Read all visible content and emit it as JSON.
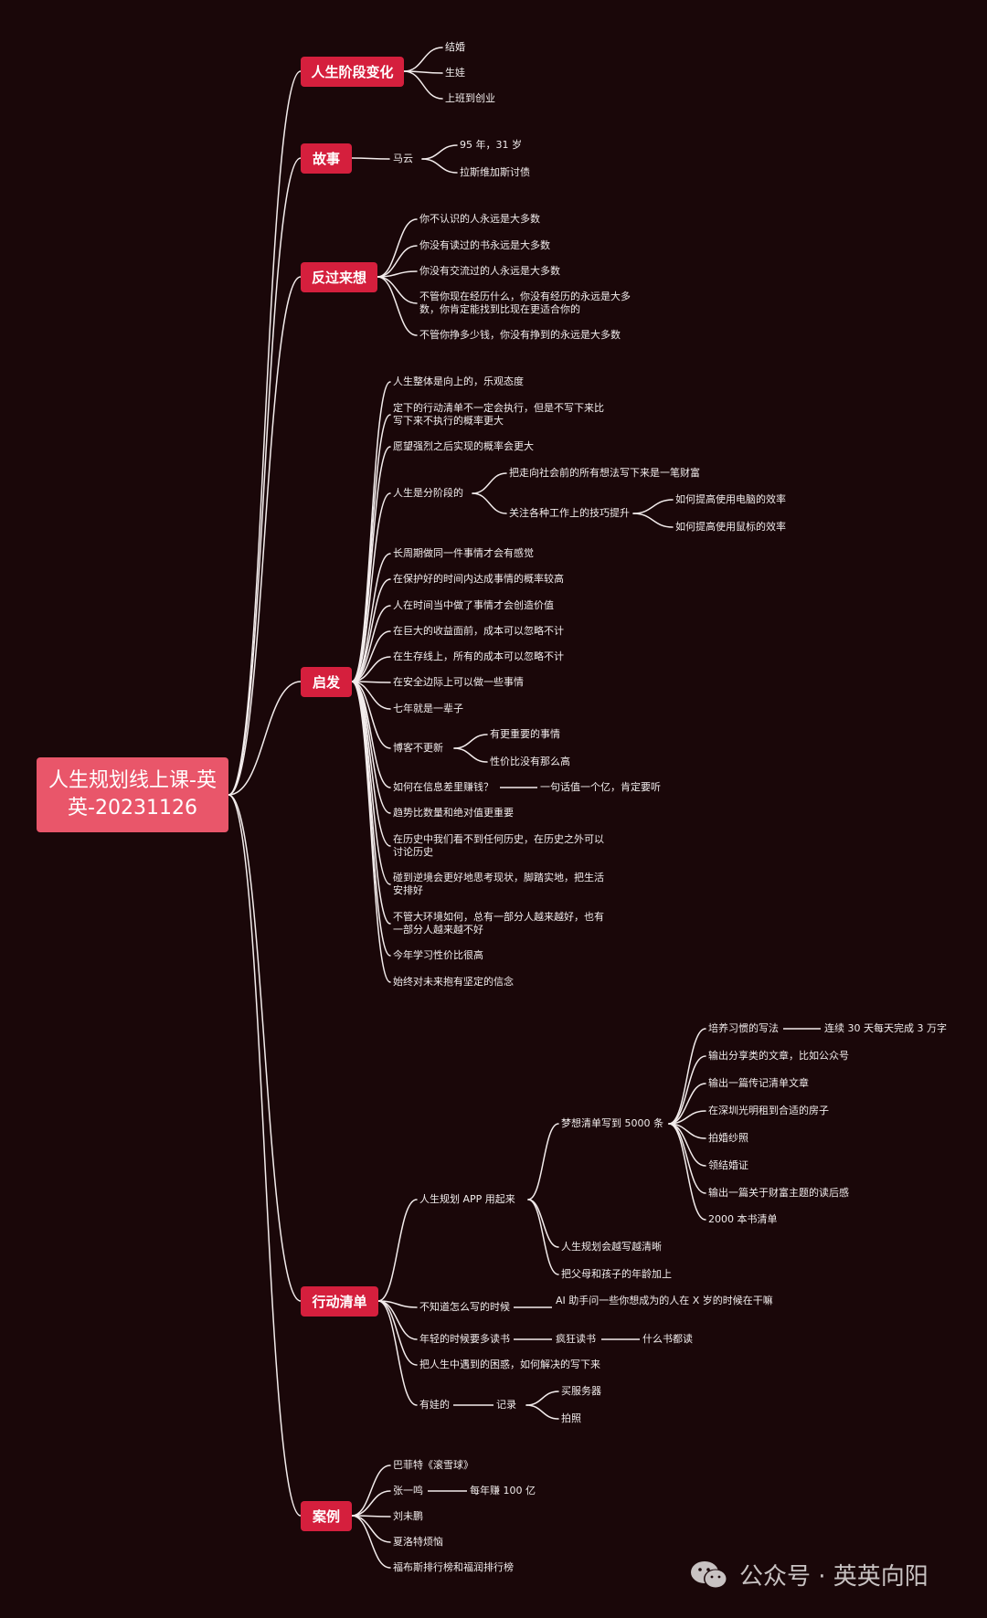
{
  "root": {
    "title": "人生规划线上课-英英-20231126"
  },
  "watermark": {
    "label": "公众号 · 英英向阳"
  },
  "nodes": {
    "b1": "人生阶段变化",
    "b1_1": "结婚",
    "b1_2": "生娃",
    "b1_3": "上班到创业",
    "b2": "故事",
    "b2_1": "马云",
    "b2_1_1": "95 年，31 岁",
    "b2_1_2": "拉斯维加斯讨债",
    "b3": "反过来想",
    "b3_1": "你不认识的人永远是大多数",
    "b3_2": "你没有读过的书永远是大多数",
    "b3_3": "你没有交流过的人永远是大多数",
    "b3_4": "不管你现在经历什么，你没有经历的永远是大多数，你肯定能找到比现在更适合你的",
    "b3_5": "不管你挣多少钱，你没有挣到的永远是大多数",
    "b4": "启发",
    "b4_1": "人生整体是向上的，乐观态度",
    "b4_2": "定下的行动清单不一定会执行，但是不写下来比写下来不执行的概率更大",
    "b4_3": "愿望强烈之后实现的概率会更大",
    "b4_4": "人生是分阶段的",
    "b4_4_1": "把走向社会前的所有想法写下来是一笔财富",
    "b4_4_2": "关注各种工作上的技巧提升",
    "b4_4_2_1": "如何提高使用电脑的效率",
    "b4_4_2_2": "如何提高使用鼠标的效率",
    "b4_5": "长周期做同一件事情才会有感觉",
    "b4_6": "在保护好的时间内达成事情的概率较高",
    "b4_7": "人在时间当中做了事情才会创造价值",
    "b4_8": "在巨大的收益面前，成本可以忽略不计",
    "b4_9": "在生存线上，所有的成本可以忽略不计",
    "b4_10": "在安全边际上可以做一些事情",
    "b4_11": "七年就是一辈子",
    "b4_12": "博客不更新",
    "b4_12_1": "有更重要的事情",
    "b4_12_2": "性价比没有那么高",
    "b4_13": "如何在信息差里赚钱？",
    "b4_13_1": "一句话值一个亿，肯定要听",
    "b4_14": "趋势比数量和绝对值更重要",
    "b4_15": "在历史中我们看不到任何历史，在历史之外可以讨论历史",
    "b4_16": "碰到逆境会更好地思考现状，脚踏实地，把生活安排好",
    "b4_17": "不管大环境如何，总有一部分人越来越好，也有一部分人越来越不好",
    "b4_18": "今年学习性价比很高",
    "b4_19": "始终对未来抱有坚定的信念",
    "b5": "行动清单",
    "b5_1": "人生规划 APP 用起来",
    "b5_1_1": "梦想清单写到 5000 条",
    "b5_1_1_1": "培养习惯的写法",
    "b5_1_1_1_1": "连续 30 天每天完成 3 万字",
    "b5_1_1_2": "输出分享类的文章，比如公众号",
    "b5_1_1_3": "输出一篇传记清单文章",
    "b5_1_1_4": "在深圳光明租到合适的房子",
    "b5_1_1_5": "拍婚纱照",
    "b5_1_1_6": "领结婚证",
    "b5_1_1_7": "输出一篇关于财富主题的读后感",
    "b5_1_1_8": "2000 本书清单",
    "b5_1_2": "人生规划会越写越清晰",
    "b5_1_3": "把父母和孩子的年龄加上",
    "b5_2": "不知道怎么写的时候",
    "b5_2_1": "AI 助手问一些你想成为的人在 X 岁的时候在干嘛",
    "b5_3": "年轻的时候要多读书",
    "b5_3_1": "疯狂读书",
    "b5_3_1_1": "什么书都读",
    "b5_4": "把人生中遇到的困惑，如何解决的写下来",
    "b5_5": "有娃的",
    "b5_5_1": "记录",
    "b5_5_1_1": "买服务器",
    "b5_5_1_2": "拍照",
    "b6": "案例",
    "b6_1": "巴菲特《滚雪球》",
    "b6_2": "张一鸣",
    "b6_2_1": "每年赚 100 亿",
    "b6_3": "刘未鹏",
    "b6_4": "夏洛特烦恼",
    "b6_5": "福布斯排行榜和福润排行榜"
  }
}
